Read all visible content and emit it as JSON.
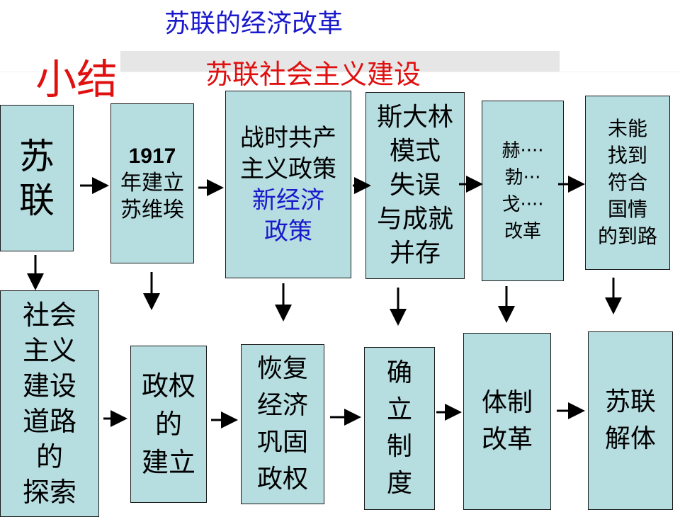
{
  "header": {
    "title": "苏联的经济改革",
    "summary_label": "小结",
    "subtitle": "苏联社会主义建设"
  },
  "top_row": [
    {
      "text": "苏\n联"
    },
    {
      "year": "1917",
      "text": "年建立\n苏维埃"
    },
    {
      "text": "战时共产\n主义政策",
      "text_blue": "新经济\n政策"
    },
    {
      "text": "斯大林\n模式\n失误\n与成就\n并存"
    },
    {
      "text": "赫····\n勃···\n戈····\n改革"
    },
    {
      "text": "未能\n找到\n符合\n国情\n的到路"
    }
  ],
  "bottom_row": [
    {
      "text": "社会\n主义\n建设\n道路\n的\n探索"
    },
    {
      "text": "政权\n的\n建立"
    },
    {
      "text": "恢复\n经济\n巩固\n政权"
    },
    {
      "text": "确\n立\n制\n度"
    },
    {
      "text": "体制\n改革"
    },
    {
      "text": "苏联\n解体"
    }
  ],
  "colors": {
    "box_fill": "#b6dde0",
    "title": "#1a1acc",
    "accent_red": "#e01010"
  }
}
